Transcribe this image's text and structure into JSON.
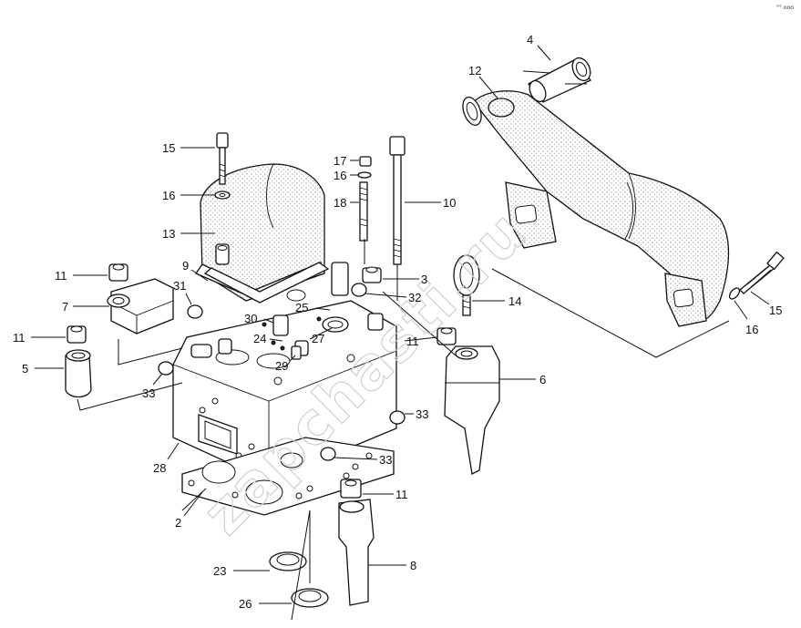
{
  "diagram": {
    "callouts": [
      {
        "id": "c15a",
        "text": "15"
      },
      {
        "id": "c16a",
        "text": "16"
      },
      {
        "id": "c13",
        "text": "13"
      },
      {
        "id": "c9",
        "text": "9"
      },
      {
        "id": "c11a",
        "text": "11"
      },
      {
        "id": "c7",
        "text": "7"
      },
      {
        "id": "c31",
        "text": "31"
      },
      {
        "id": "c11b",
        "text": "11"
      },
      {
        "id": "c5",
        "text": "5"
      },
      {
        "id": "c33a",
        "text": "33"
      },
      {
        "id": "c28",
        "text": "28"
      },
      {
        "id": "c2",
        "text": "2"
      },
      {
        "id": "c23",
        "text": "23"
      },
      {
        "id": "c26",
        "text": "26"
      },
      {
        "id": "c17",
        "text": "17"
      },
      {
        "id": "c16b",
        "text": "16"
      },
      {
        "id": "c18",
        "text": "18"
      },
      {
        "id": "c10",
        "text": "10"
      },
      {
        "id": "c3",
        "text": "3"
      },
      {
        "id": "c32",
        "text": "32"
      },
      {
        "id": "c25",
        "text": "25"
      },
      {
        "id": "c30",
        "text": "30"
      },
      {
        "id": "c24",
        "text": "24"
      },
      {
        "id": "c27",
        "text": "27"
      },
      {
        "id": "c29",
        "text": "29"
      },
      {
        "id": "c11c",
        "text": "11"
      },
      {
        "id": "c33b",
        "text": "33"
      },
      {
        "id": "c33c",
        "text": "33"
      },
      {
        "id": "c11d",
        "text": "11"
      },
      {
        "id": "c8",
        "text": "8"
      },
      {
        "id": "c14",
        "text": "14"
      },
      {
        "id": "c6",
        "text": "6"
      },
      {
        "id": "c4",
        "text": "4"
      },
      {
        "id": "c12",
        "text": "12"
      },
      {
        "id": "c15b",
        "text": "15"
      },
      {
        "id": "c16c",
        "text": "16"
      }
    ],
    "watermark": "zapchasti.ru",
    "corner_mark": "°° ooo"
  }
}
